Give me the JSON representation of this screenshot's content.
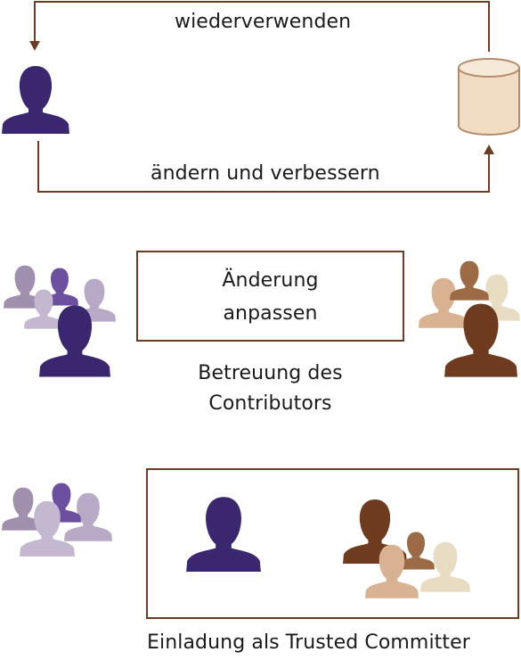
{
  "section1": {
    "top_label": "wiederverwenden",
    "bottom_label": "ändern und verbessern"
  },
  "section2": {
    "box_line1": "Änderung",
    "box_line2": "anpassen",
    "caption_line1": "Betreuung des",
    "caption_line2": "Contributors"
  },
  "section3": {
    "caption": "Einladung als Trusted Committer"
  },
  "colors": {
    "arrow": "#6b3e24",
    "box_border": "#6b3e24",
    "person_dark_purple": "#3b2670",
    "person_mid_purple": "#6c4f9e",
    "person_grey_purple": "#a08fad",
    "person_light_purple": "#c4b8d0",
    "person_dark_brown": "#6e3b1f",
    "person_mid_brown": "#9c6a45",
    "person_tan": "#d9b391",
    "person_cream": "#e8dcc2",
    "database_fill": "#f1dcc4",
    "database_stroke": "#b38d6a"
  }
}
